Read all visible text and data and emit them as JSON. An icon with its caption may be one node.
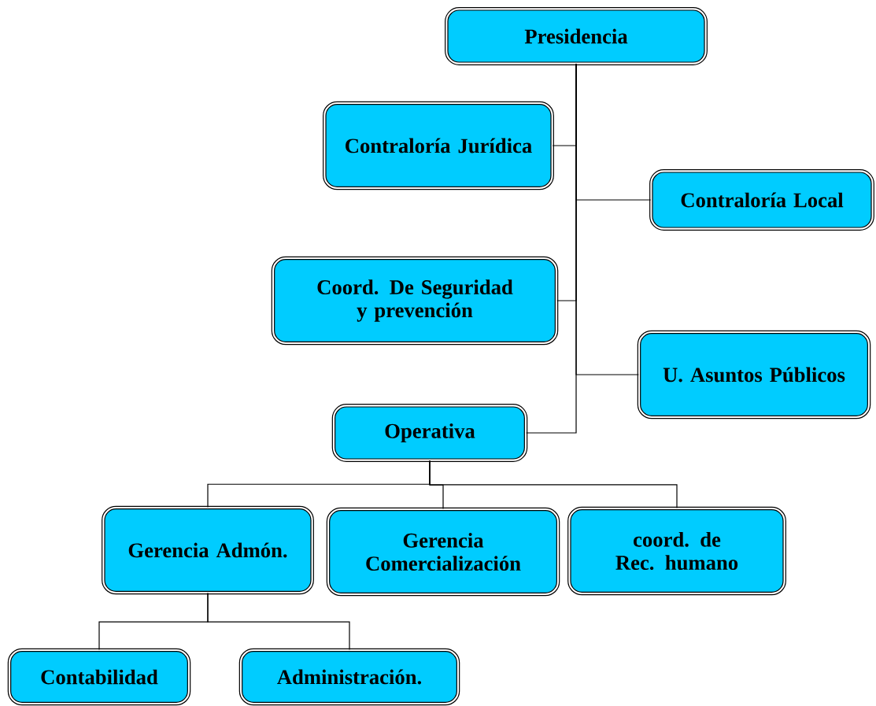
{
  "diagram": {
    "nodes": [
      {
        "text": [
          "Presidencia"
        ]
      },
      {
        "text": [
          "Contraloría Jurídica"
        ]
      },
      {
        "text": [
          "Contraloría Local"
        ]
      },
      {
        "text": [
          "Coord. De Seguridad y prevención"
        ]
      },
      {
        "text": [
          "U. Asuntos Públicos"
        ]
      },
      {
        "text": [
          "Operativa"
        ]
      },
      {
        "text": [
          "Gerencia Admón."
        ]
      },
      {
        "text": [
          "Gerencia Comercialización"
        ]
      },
      {
        "text": [
          "coord. de Rec. humano"
        ]
      },
      {
        "text": [
          "Contabilidad"
        ]
      },
      {
        "text": [
          "Administración."
        ]
      }
    ],
    "edges": [
      {
        "from": 0,
        "to": 1,
        "arrow": "none"
      },
      {
        "from": 0,
        "to": 2,
        "arrow": "none"
      },
      {
        "from": 0,
        "to": 3,
        "arrow": "none"
      },
      {
        "from": 0,
        "to": 4,
        "arrow": "none"
      },
      {
        "from": 0,
        "to": 5,
        "arrow": "none"
      },
      {
        "from": 5,
        "to": 6,
        "arrow": "none"
      },
      {
        "from": 5,
        "to": 7,
        "arrow": "none"
      },
      {
        "from": 5,
        "to": 8,
        "arrow": "none"
      },
      {
        "from": 6,
        "to": 9,
        "arrow": "none"
      },
      {
        "from": 6,
        "to": 10,
        "arrow": "none"
      }
    ]
  }
}
